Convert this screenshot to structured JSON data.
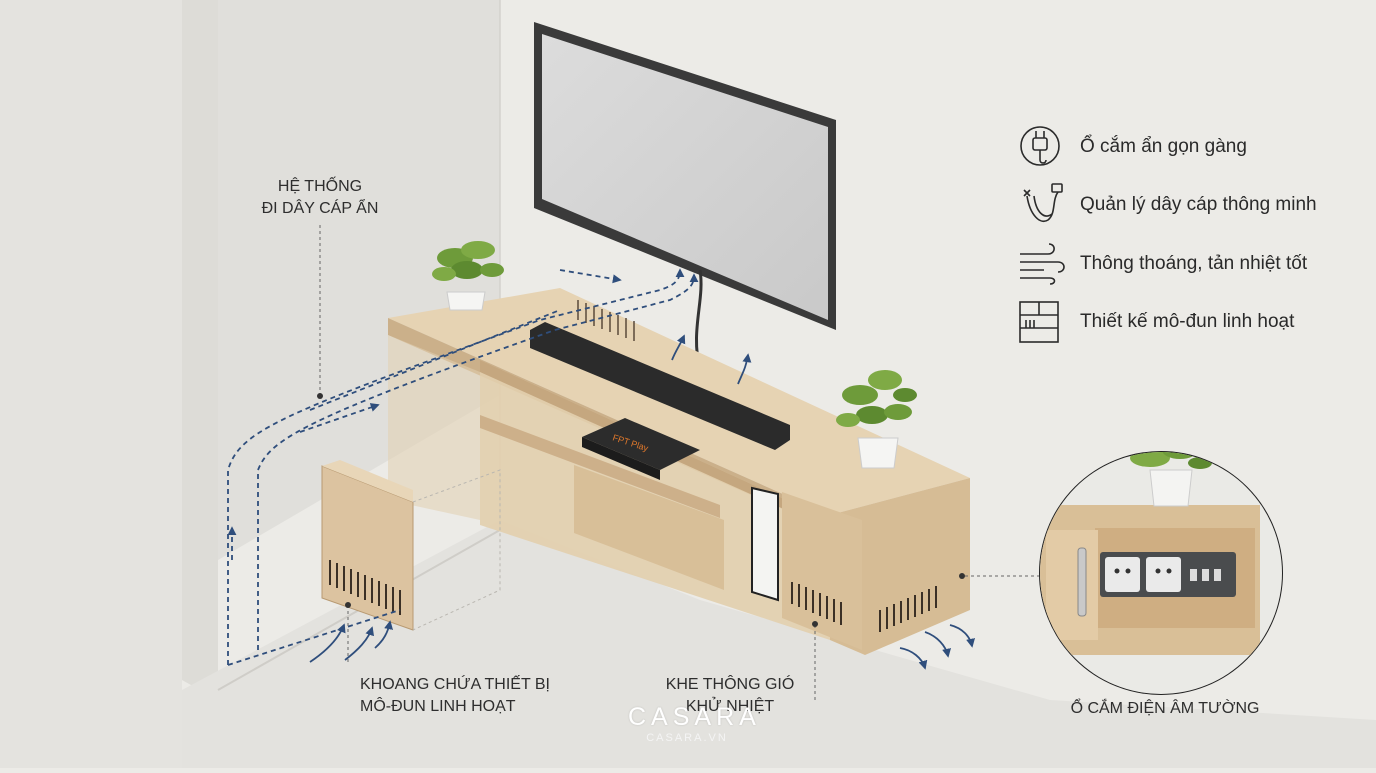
{
  "labels": {
    "cable_system": [
      "HỆ THỐNG",
      "ĐI DÂY CÁP ẨN"
    ],
    "device_cabinet": [
      "KHOANG CHỨA THIẾT BỊ",
      "MÔ-ĐUN LINH HOẠT"
    ],
    "vent_slots": [
      "KHE THÔNG GIÓ",
      "KHỬ NHIỆT"
    ],
    "wall_socket": "Ổ CẮM ĐIỆN ÂM TƯỜNG"
  },
  "features": [
    {
      "icon": "plug-icon",
      "label": "Ổ cắm ẩn gọn gàng"
    },
    {
      "icon": "cable-management-icon",
      "label": "Quản lý dây cáp thông minh"
    },
    {
      "icon": "airflow-icon",
      "label": "Thông thoáng, tản nhiệt tốt"
    },
    {
      "icon": "modular-shelf-icon",
      "label": "Thiết kế mô-đun linh hoạt"
    }
  ],
  "watermark": {
    "brand": "CASARA",
    "site": "CASARA.VN"
  },
  "device_logo": "FPT Play",
  "colors": {
    "wall": "#ecebe7",
    "floor": "#e3e2de",
    "wood": "#ddc6a2",
    "wood_dark": "#c6a981",
    "arrow": "#2f4e7c",
    "text": "#2e2e2e"
  }
}
